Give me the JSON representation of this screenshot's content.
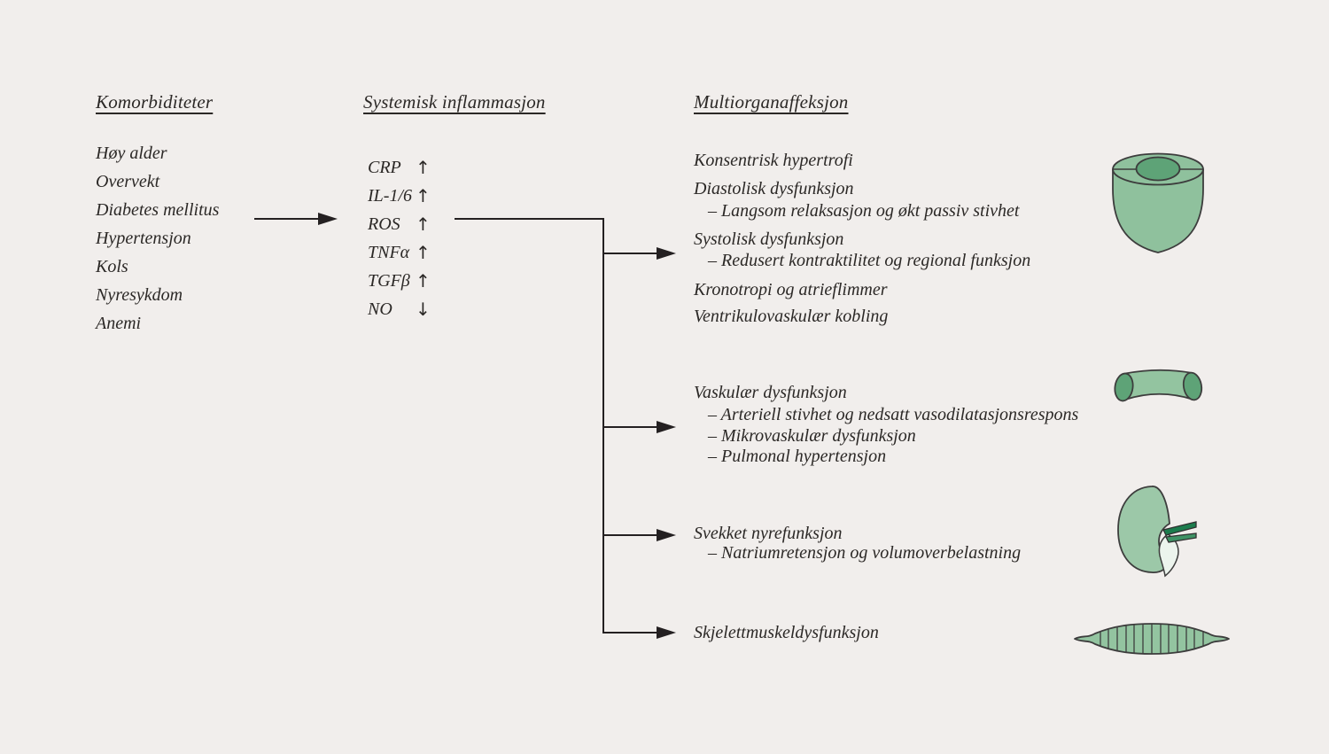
{
  "figure": {
    "background": "#f1eeec",
    "text_color": "#2b2826",
    "connector_color": "#242021",
    "green_light": "#8fc19d",
    "green_mid": "#93c4a0",
    "green_dark": "#5ea377",
    "green_deep": "#1c7c4d"
  },
  "headers": {
    "comorbidities": "Komorbiditeter",
    "inflammation": "Systemisk inflammasjon",
    "multiorgan": "Multiorganaffeksjon"
  },
  "comorbidities": {
    "items": [
      "Høy alder",
      "Overvekt",
      "Diabetes mellitus",
      "Hypertensjon",
      "Kols",
      "Nyresykdom",
      "Anemi"
    ]
  },
  "inflammation": {
    "markers": [
      {
        "label": "CRP",
        "arrow": "↑",
        "direction": "increased"
      },
      {
        "label": "IL-1/6",
        "arrow": "↑",
        "direction": "increased"
      },
      {
        "label": "ROS",
        "arrow": "↑",
        "direction": "increased"
      },
      {
        "label": "TNFα",
        "arrow": "↑",
        "direction": "increased"
      },
      {
        "label": "TGFβ",
        "arrow": "↑",
        "direction": "increased"
      },
      {
        "label": "NO",
        "arrow": "↓",
        "direction": "decreased"
      }
    ]
  },
  "multiorgan": {
    "cardiac": {
      "organ": "heart-ventricle",
      "items": [
        {
          "text": "Konsentrisk hypertrofi"
        },
        {
          "text": "Diastolisk dysfunksjon"
        },
        {
          "text": "– Langsom relaksasjon og økt passiv stivhet",
          "sub": true
        },
        {
          "text": "Systolisk dysfunksjon"
        },
        {
          "text": "– Redusert kontraktilitet og regional funksjon",
          "sub": true
        },
        {
          "text": "Kronotropi og atrieflimmer"
        },
        {
          "text": "Ventrikulovaskulær kobling"
        }
      ]
    },
    "vascular": {
      "organ": "blood-vessel",
      "items": [
        {
          "text": "Vaskulær dysfunksjon"
        },
        {
          "text": "– Arteriell stivhet og nedsatt vasodilatasjonsrespons",
          "sub": true
        },
        {
          "text": "– Mikrovaskulær dysfunksjon",
          "sub": true
        },
        {
          "text": "– Pulmonal hypertensjon",
          "sub": true
        }
      ]
    },
    "renal": {
      "organ": "kidney",
      "items": [
        {
          "text": "Svekket nyrefunksjon"
        },
        {
          "text": "– Natriumretensjon og volumoverbelastning",
          "sub": true
        }
      ]
    },
    "muscle": {
      "organ": "skeletal-muscle",
      "items": [
        {
          "text": "Skjelettmuskeldysfunksjon"
        }
      ]
    }
  }
}
